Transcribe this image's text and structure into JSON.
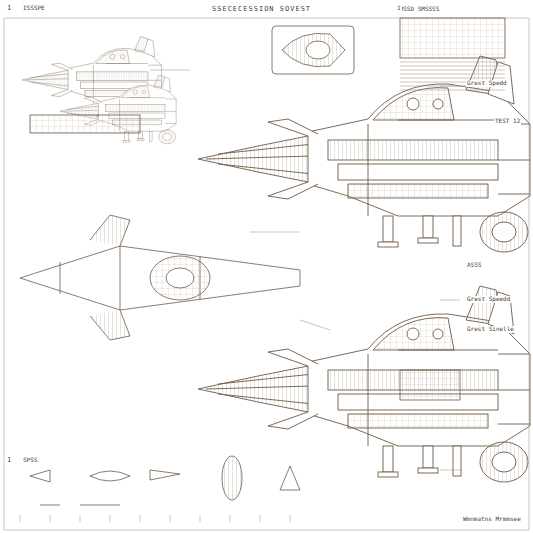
{
  "diagram": {
    "title": "SSECECESSION SOVEST",
    "labels": [
      "1",
      "ISSSPE",
      "SMSSD SMSSSS",
      "1",
      "Grest Spedd",
      "TEST 12",
      "Grest Speedd",
      "Wmnmatns Mrmmsee",
      "1",
      "SPSS",
      "Grest Sinelle",
      "ASSS"
    ]
  }
}
